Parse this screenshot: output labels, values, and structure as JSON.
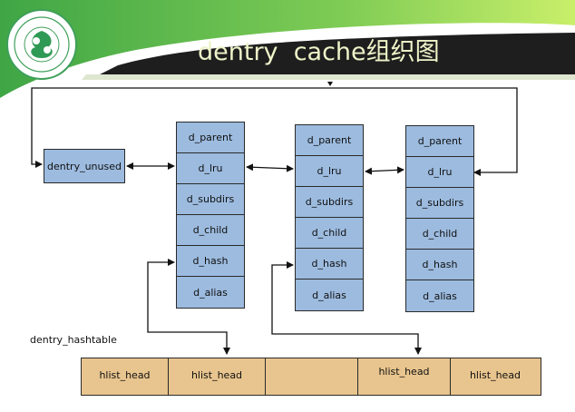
{
  "slide": {
    "title": "dentry  cache组织图"
  },
  "dentry_unused": {
    "label": "dentry_unused"
  },
  "dentries": [
    {
      "fields": [
        "d_parent",
        "d_lru",
        "d_subdirs",
        "d_child",
        "d_hash",
        "d_alias"
      ]
    },
    {
      "fields": [
        "d_parent",
        "d_lru",
        "d_subdirs",
        "d_child",
        "d_hash",
        "d_alias"
      ]
    },
    {
      "fields": [
        "d_parent",
        "d_lru",
        "d_subdirs",
        "d_child",
        "d_hash",
        "d_alias"
      ]
    }
  ],
  "hashtable": {
    "label": "dentry_hashtable",
    "slots": [
      "hlist_head",
      "hlist_head",
      "",
      "hlist_head",
      "hlist_head"
    ]
  },
  "colors": {
    "banner_green": "#5dba4a",
    "banner_dark": "#1e1e1e",
    "struct_fill": "#9cbbdf",
    "hashtable_fill": "#e8c58e",
    "title_text": "#eef3c8"
  }
}
